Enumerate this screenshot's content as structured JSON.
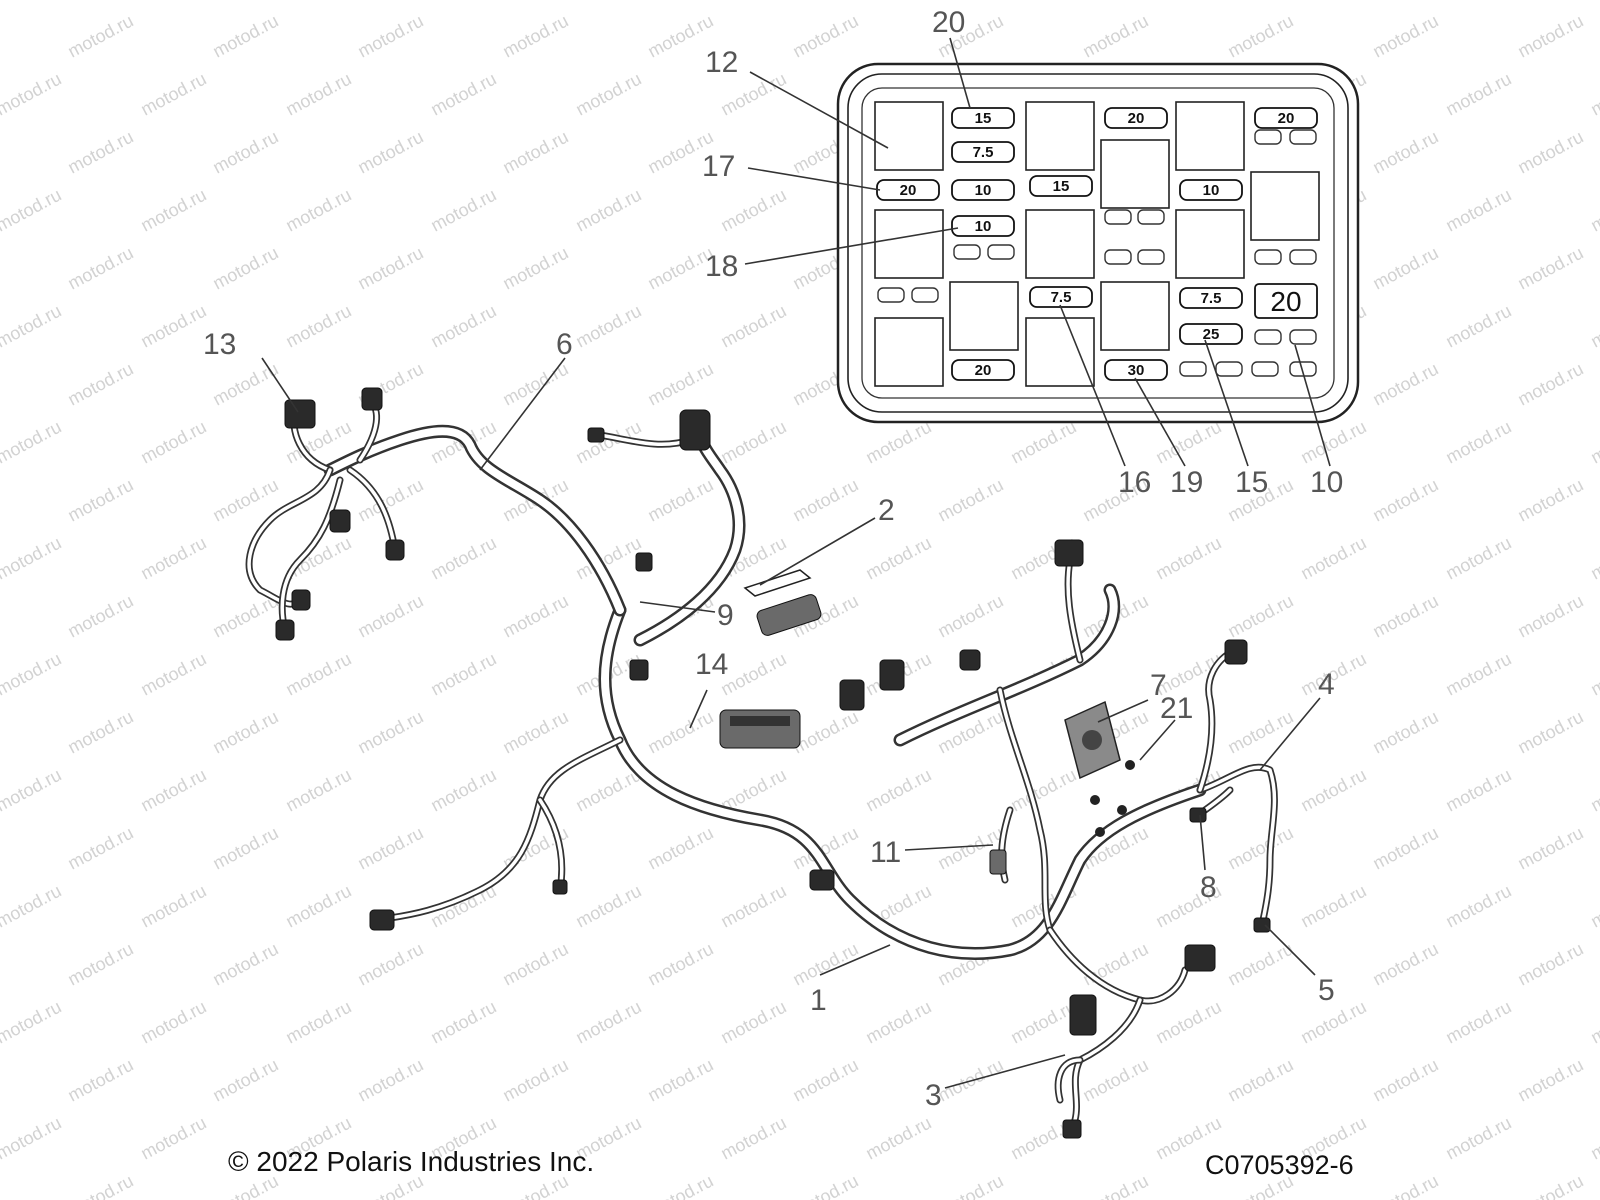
{
  "watermark": {
    "text": "motod.ru"
  },
  "fuse_box": {
    "fuses": [
      {
        "id": "f1",
        "label": "15"
      },
      {
        "id": "f2",
        "label": "7.5"
      },
      {
        "id": "f3",
        "label": "20"
      },
      {
        "id": "f4",
        "label": "10"
      },
      {
        "id": "f5",
        "label": "10"
      },
      {
        "id": "f6",
        "label": "20"
      },
      {
        "id": "f7",
        "label": "15"
      },
      {
        "id": "f8",
        "label": "7.5"
      },
      {
        "id": "f9",
        "label": "30"
      },
      {
        "id": "f10",
        "label": "20"
      },
      {
        "id": "f11",
        "label": "10"
      },
      {
        "id": "f12",
        "label": "7.5"
      },
      {
        "id": "f13",
        "label": "25"
      },
      {
        "id": "f14",
        "label": "20"
      }
    ],
    "large_fuse_label": "20"
  },
  "callouts": [
    {
      "id": "c1",
      "label": "1"
    },
    {
      "id": "c2",
      "label": "2"
    },
    {
      "id": "c3",
      "label": "3"
    },
    {
      "id": "c4",
      "label": "4"
    },
    {
      "id": "c5",
      "label": "5"
    },
    {
      "id": "c6",
      "label": "6"
    },
    {
      "id": "c7",
      "label": "7"
    },
    {
      "id": "c8",
      "label": "8"
    },
    {
      "id": "c9",
      "label": "9"
    },
    {
      "id": "c10",
      "label": "10"
    },
    {
      "id": "c11",
      "label": "11"
    },
    {
      "id": "c12",
      "label": "12"
    },
    {
      "id": "c13",
      "label": "13"
    },
    {
      "id": "c14",
      "label": "14"
    },
    {
      "id": "c15",
      "label": "15"
    },
    {
      "id": "c16",
      "label": "16"
    },
    {
      "id": "c17",
      "label": "17"
    },
    {
      "id": "c18",
      "label": "18"
    },
    {
      "id": "c19",
      "label": "19"
    },
    {
      "id": "c20",
      "label": "20"
    },
    {
      "id": "c21",
      "label": "21"
    }
  ],
  "footer": {
    "copyright": "© 2022 Polaris Industries Inc.",
    "code": "C0705392-6"
  }
}
